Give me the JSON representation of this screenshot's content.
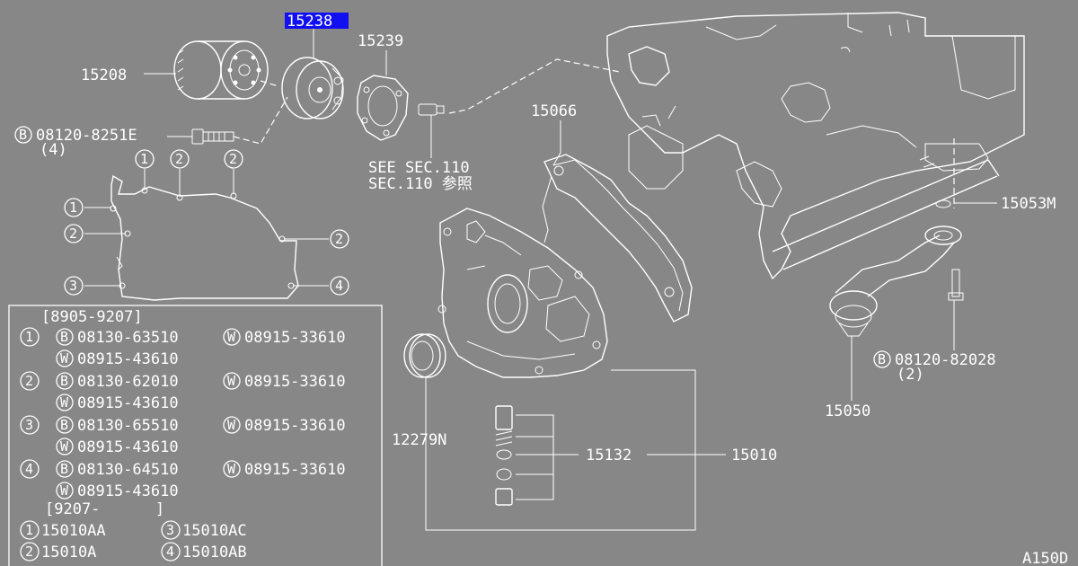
{
  "callouts": {
    "oil_filter": "15208",
    "highlighted": "15238",
    "gasket": "15239",
    "bolt": "08120-8251E",
    "bolt_qty": "(4)",
    "see_sec_1": "SEE SEC.110",
    "see_sec_2": "SEC.110 参照",
    "pump_gasket": "15066",
    "o_ring": "15053M",
    "strainer_bolt": "08120-82028",
    "strainer_bolt_qty": "(2)",
    "strainer": "15050",
    "seal": "12279N",
    "regulator": "15132",
    "oil_pump": "15010",
    "diagram_id": "A150D"
  },
  "mounting_marks": [
    "1",
    "2",
    "2",
    "1",
    "2",
    "2",
    "3",
    "4"
  ],
  "legend": {
    "range1": "[8905-9207]",
    "rows": [
      {
        "num": "1",
        "b": "08130-63510",
        "w1": "08915-33610",
        "w2": "08915-43610"
      },
      {
        "num": "2",
        "b": "08130-62010",
        "w1": "08915-33610",
        "w2": "08915-43610"
      },
      {
        "num": "3",
        "b": "08130-65510",
        "w1": "08915-33610",
        "w2": "08915-43610"
      },
      {
        "num": "4",
        "b": "08130-64510",
        "w1": "08915-33610",
        "w2": "08915-43610"
      }
    ],
    "range2": "[9207-      ]",
    "parts": [
      {
        "num": "1",
        "pn": "15010AA"
      },
      {
        "num": "3",
        "pn": "15010AC"
      },
      {
        "num": "2",
        "pn": "15010A"
      },
      {
        "num": "4",
        "pn": "15010AB"
      }
    ],
    "b_symbol": "B",
    "w_symbol": "W"
  }
}
